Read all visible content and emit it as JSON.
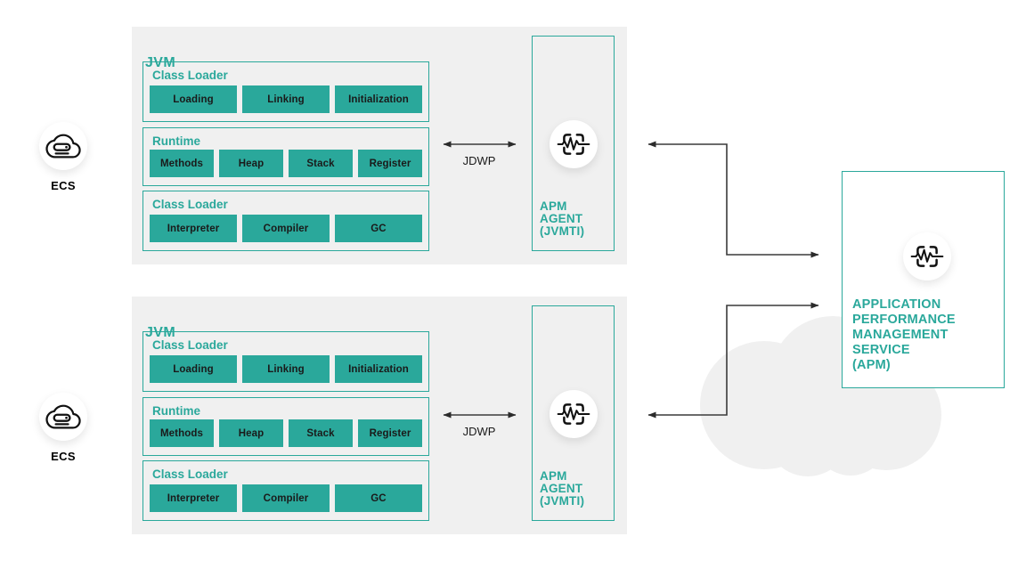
{
  "diagram": {
    "colors": {
      "teal": "#2aa89b",
      "panel_gray": "#f0f0f0",
      "cloud_gray": "#f0f0f0",
      "text_dark": "#1a1a1a",
      "arrow": "#3a3a3a"
    },
    "ecs_nodes": [
      {
        "label": "ECS",
        "icon": "cloud-server-icon"
      },
      {
        "label": "ECS",
        "icon": "cloud-server-icon"
      }
    ],
    "jvm_units": [
      {
        "title": "JVM",
        "sections": [
          {
            "title": "Class Loader",
            "items": [
              "Loading",
              "Linking",
              "Initialization"
            ]
          },
          {
            "title": "Runtime",
            "items": [
              "Methods",
              "Heap",
              "Stack",
              "Register"
            ]
          },
          {
            "title": "Class Loader",
            "items": [
              "Interpreter",
              "Compiler",
              "GC"
            ]
          }
        ],
        "protocol_label": "JDWP",
        "agent": {
          "icon": "pulse-frame-icon",
          "lines": [
            "APM",
            "AGENT",
            "(JVMTI)"
          ]
        }
      },
      {
        "title": "JVM",
        "sections": [
          {
            "title": "Class Loader",
            "items": [
              "Loading",
              "Linking",
              "Initialization"
            ]
          },
          {
            "title": "Runtime",
            "items": [
              "Methods",
              "Heap",
              "Stack",
              "Register"
            ]
          },
          {
            "title": "Class Loader",
            "items": [
              "Interpreter",
              "Compiler",
              "GC"
            ]
          }
        ],
        "protocol_label": "JDWP",
        "agent": {
          "icon": "pulse-frame-icon",
          "lines": [
            "APM",
            "AGENT",
            "(JVMTI)"
          ]
        }
      }
    ],
    "apm_service": {
      "icon": "pulse-frame-icon",
      "lines": [
        "APPLICATION",
        "PERFORMANCE",
        "MANAGEMENT",
        "SERVICE",
        "(APM)"
      ]
    }
  }
}
